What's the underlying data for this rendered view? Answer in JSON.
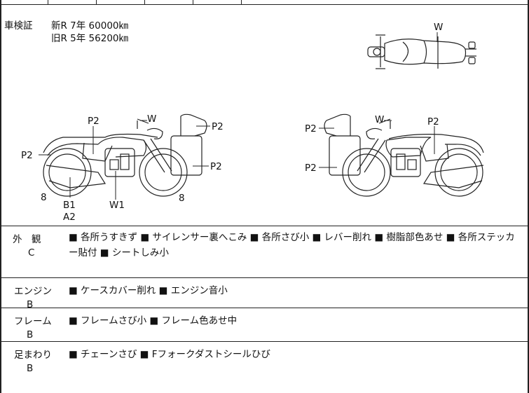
{
  "inspection": {
    "label": "車検証",
    "new": "新R  7年  60000㎞",
    "old": "旧R  5年  56200㎞"
  },
  "diagram_labels": {
    "top_w": "W",
    "left": {
      "p2_tank": "P2",
      "w_handle": "W",
      "p2_tail": "P2",
      "p2_box_top": "P2",
      "p2_box_bottom": "P2",
      "wheel_front": "8",
      "wheel_rear": "8",
      "b1": "B1",
      "a2": "A2",
      "w1": "W1"
    },
    "right": {
      "p2_box_top": "P2",
      "p2_box_bottom": "P2",
      "w_handle": "W",
      "p2_tank": "P2"
    }
  },
  "conditions": [
    {
      "name": "外　観",
      "grade": "C",
      "notes": "■ 各所うすきず ■ サイレンサー裏へこみ ■ 各所さび小 ■ レバー削れ ■ 樹脂部色あせ ■ 各所ステッカー貼付 ■ シートしみ小"
    },
    {
      "name": "エンジン",
      "grade": "B",
      "notes": "■ ケースカバー削れ ■ エンジン音小"
    },
    {
      "name": "フレーム",
      "grade": "B",
      "notes": "■ フレームさび小 ■ フレーム色あせ中"
    },
    {
      "name": "足まわり",
      "grade": "B",
      "notes": "■ チェーンさび ■ Fフォークダストシールひび"
    }
  ]
}
